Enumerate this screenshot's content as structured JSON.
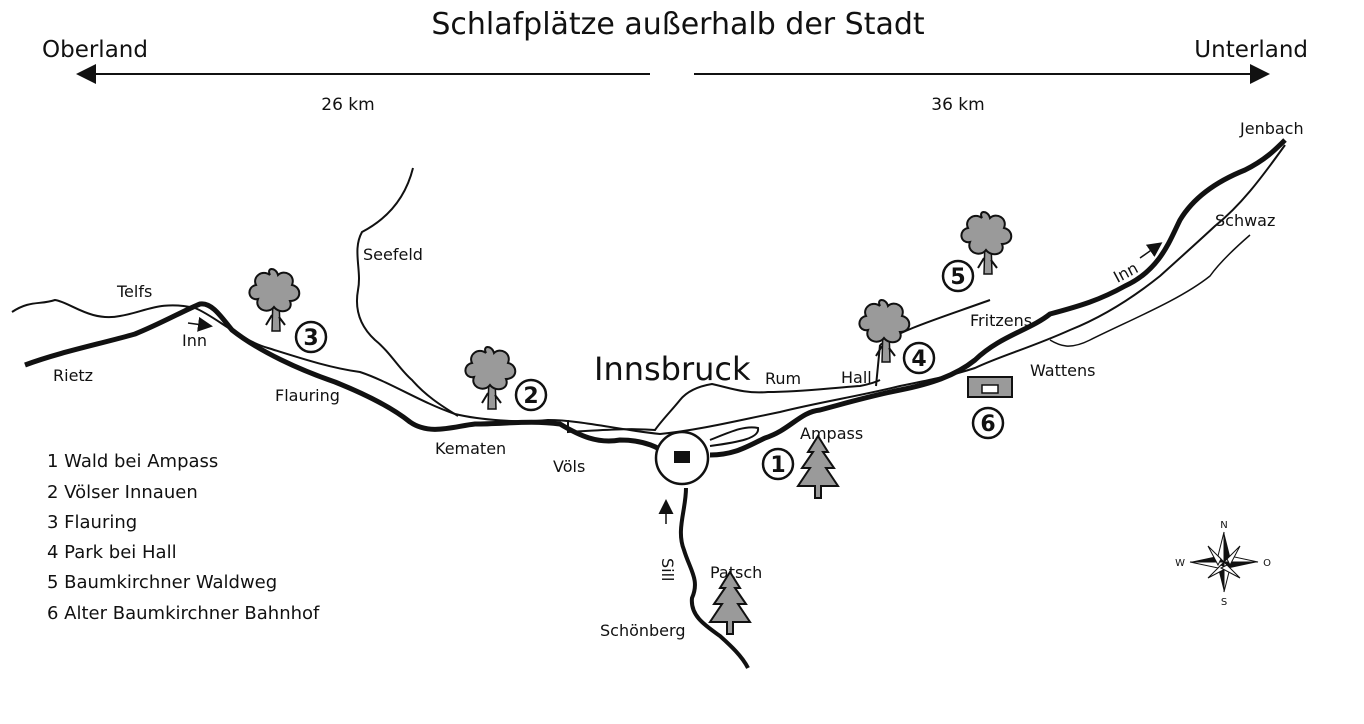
{
  "title": "Schlafplätze außerhalb der Stadt",
  "directions": {
    "west": {
      "label": "Oberland",
      "distance": "26 km"
    },
    "east": {
      "label": "Unterland",
      "distance": "36 km"
    }
  },
  "city": "Innsbruck",
  "places": {
    "telfs": "Telfs",
    "inn_left": "Inn",
    "rietz": "Rietz",
    "seefeld": "Seefeld",
    "flauring": "Flauring",
    "kematen": "Kematen",
    "voels": "Völs",
    "rum": "Rum",
    "hall": "Hall",
    "ampass": "Ampass",
    "fritzens": "Fritzens",
    "wattens": "Wattens",
    "schwaz": "Schwaz",
    "inn_right": "Inn",
    "jenbach": "Jenbach",
    "sill": "Sill",
    "patsch": "Patsch",
    "schoenberg": "Schönberg"
  },
  "markers": [
    "1",
    "2",
    "3",
    "4",
    "5",
    "6"
  ],
  "legend": [
    "1 Wald bei Ampass",
    "2 Völser Innauen",
    "3 Flauring",
    "4 Park bei Hall",
    "5 Baumkirchner Waldweg",
    "6 Alter Baumkirchner Bahnhof"
  ],
  "compass": {
    "n": "N",
    "s": "S",
    "w": "W",
    "o": "O"
  },
  "colors": {
    "tree": "#9a9a9a",
    "ink": "#111111",
    "background": "#ffffff"
  }
}
